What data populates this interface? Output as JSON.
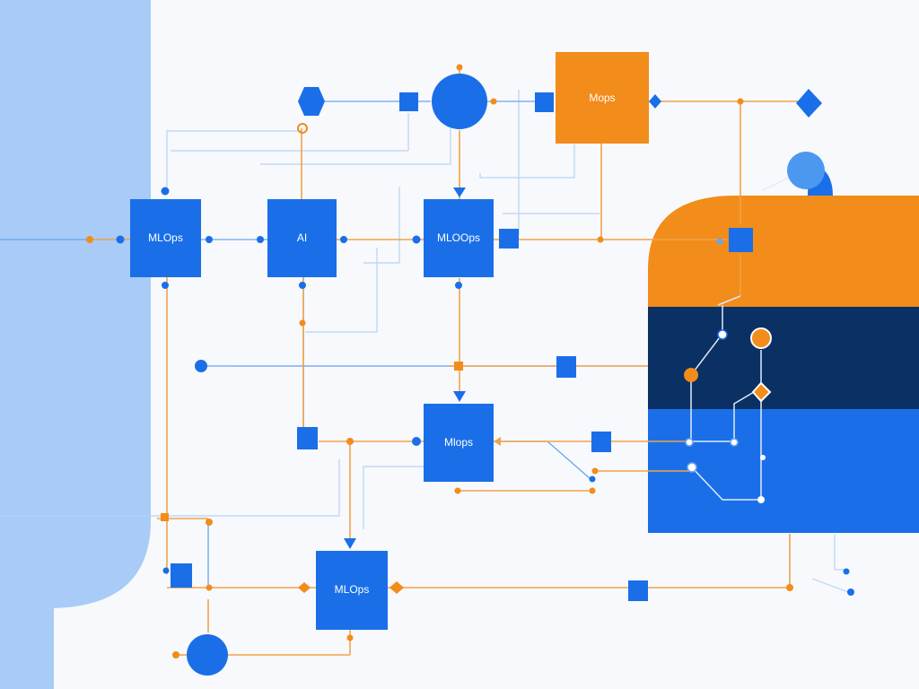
{
  "colors": {
    "background": "#f7f9fc",
    "panel_blue": "#a8cbf7",
    "node_blue": "#1a6fe8",
    "node_orange": "#f28c1a",
    "navy": "#0b3064",
    "connector_orange": "#f2a24a",
    "connector_blue": "#6aa4ef"
  },
  "nodes": {
    "mlops_left": "MLOps",
    "ai": "AI",
    "mloops": "MLOOps",
    "mops_top": "Mops",
    "mlops_middle": "Mlops",
    "mlops_bottom": "MLOps"
  },
  "icons": [
    "hexagon-icon",
    "diamond-icon",
    "circle-node-icon",
    "square-node-icon"
  ]
}
